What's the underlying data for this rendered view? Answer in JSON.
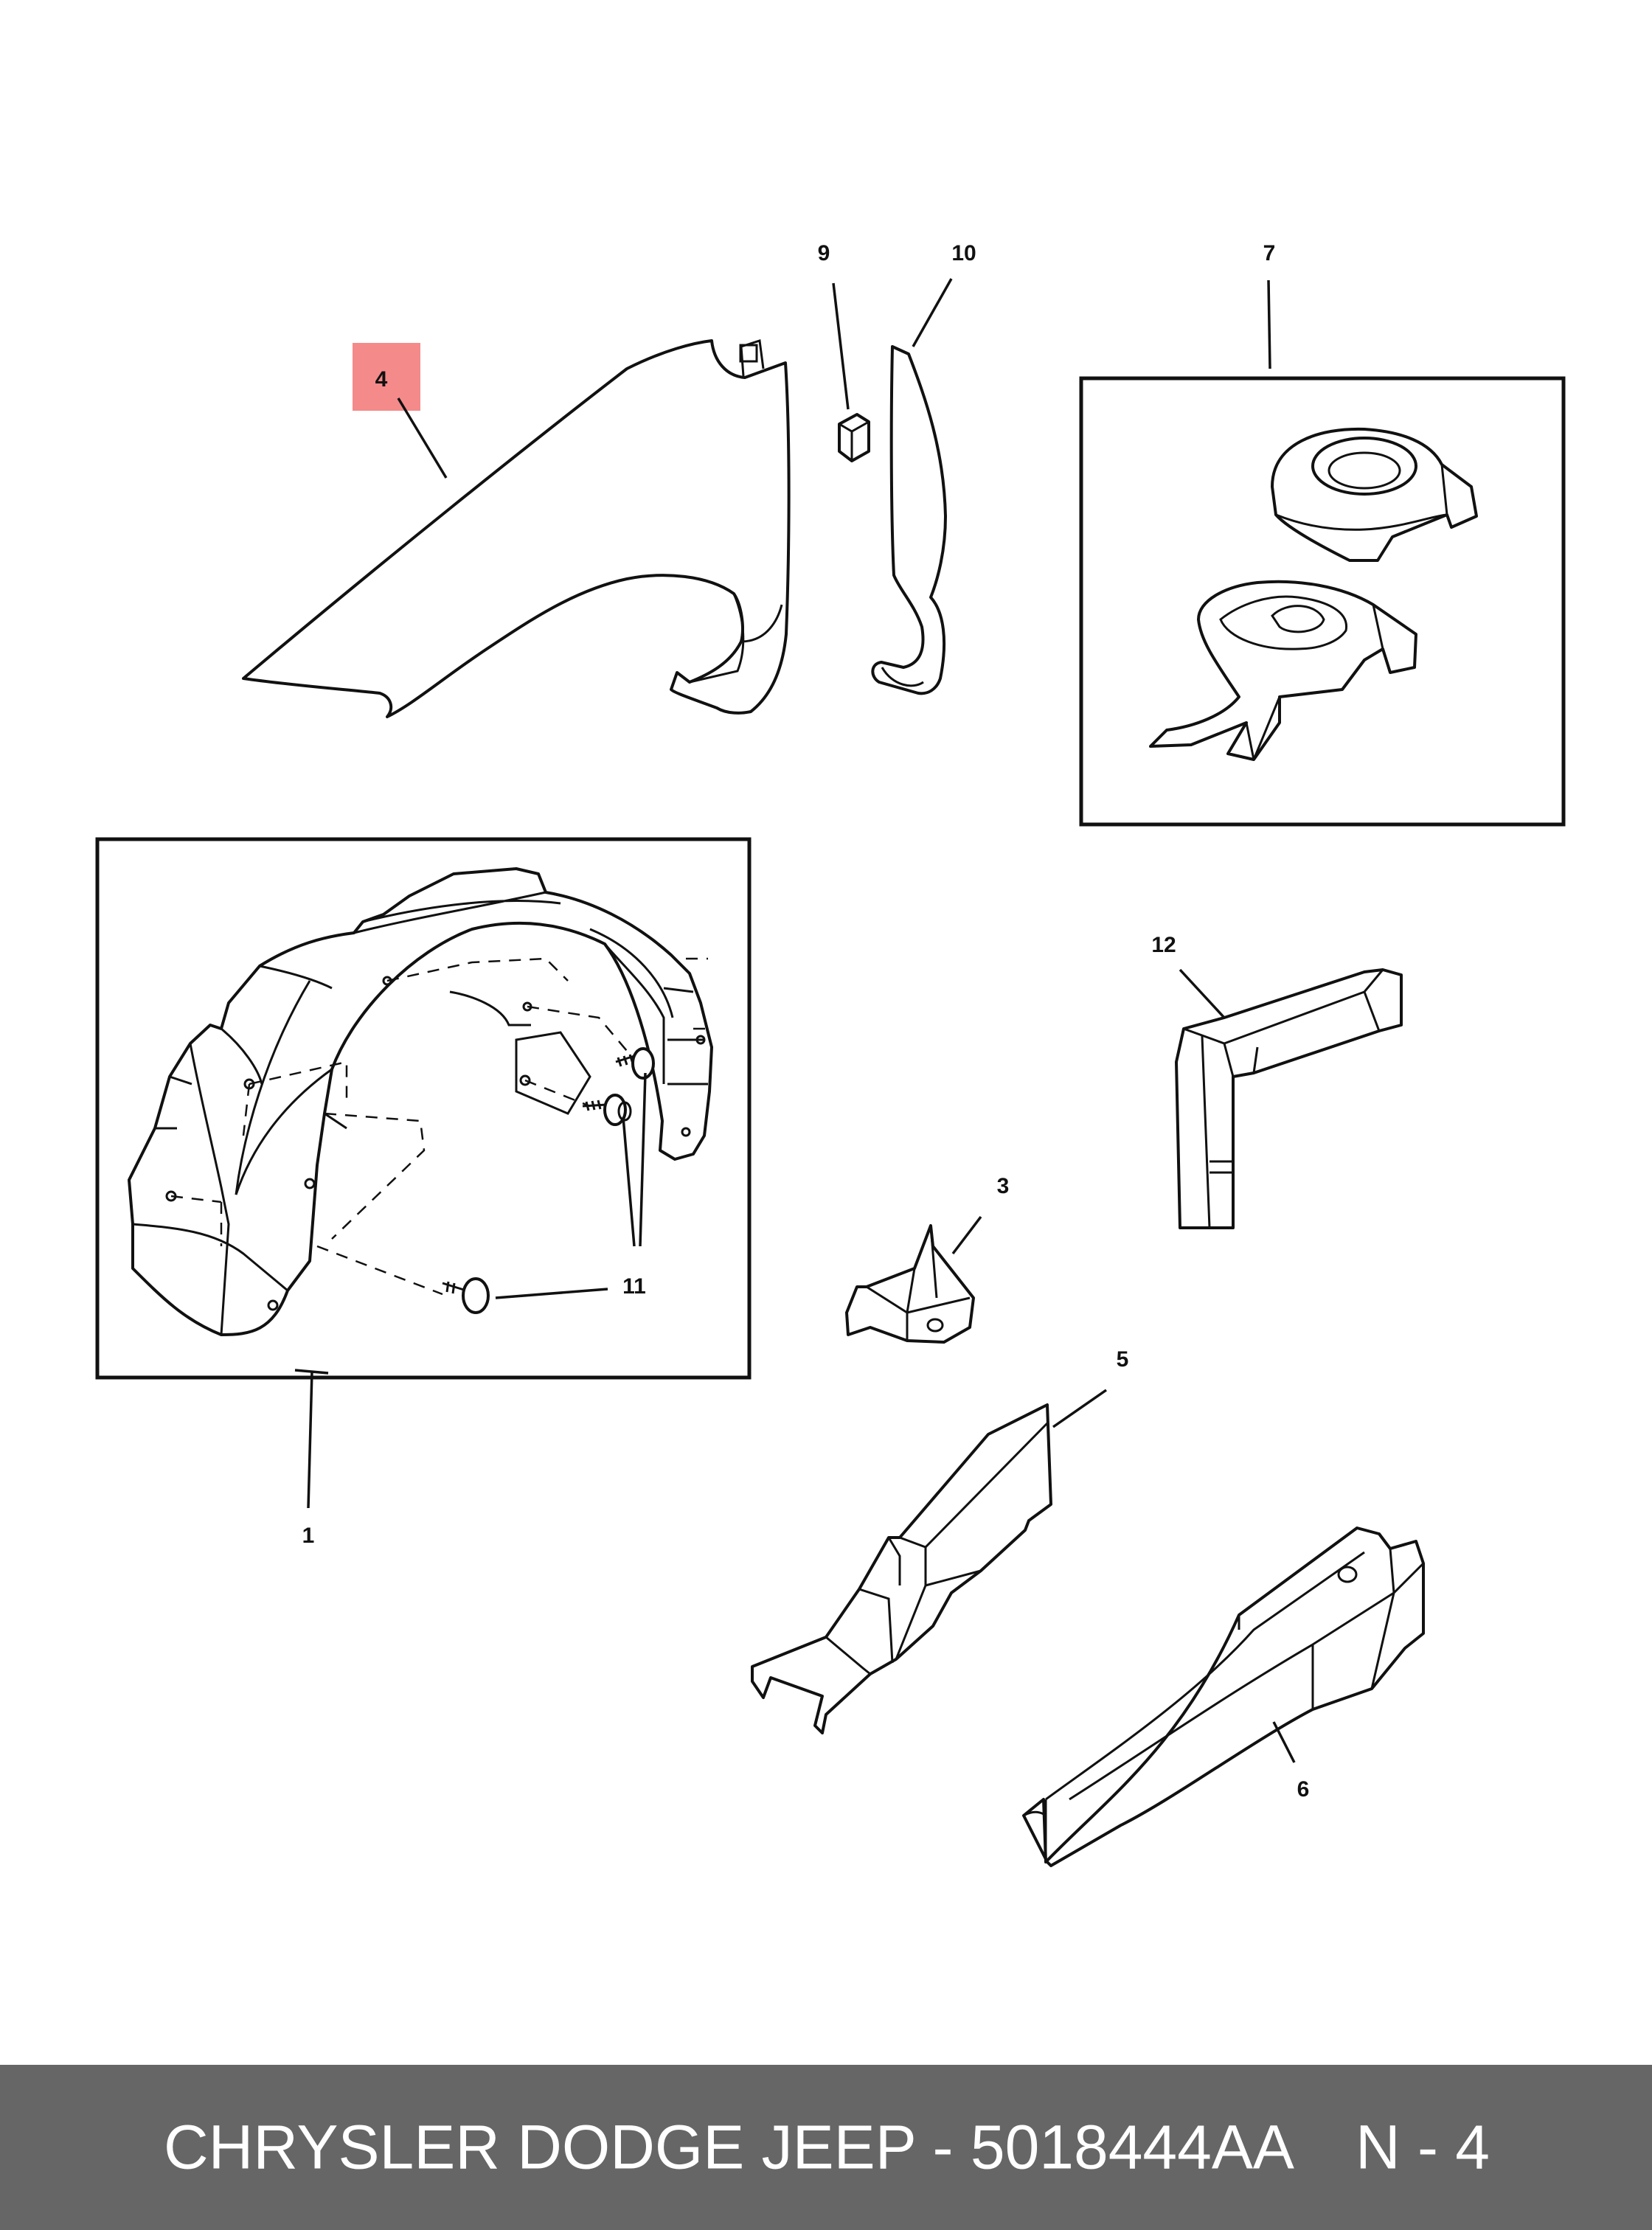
{
  "diagram": {
    "callouts": {
      "part_1": "1",
      "part_3": "3",
      "part_4": "4",
      "part_5": "5",
      "part_6": "6",
      "part_7": "7",
      "part_9": "9",
      "part_10": "10",
      "part_11": "11",
      "part_12": "12"
    },
    "highlight_color": "#f58a8a"
  },
  "footer": {
    "title": "CHRYSLER DODGE JEEP - 5018444AA",
    "page": "N - 4",
    "background_color": "#666666"
  }
}
